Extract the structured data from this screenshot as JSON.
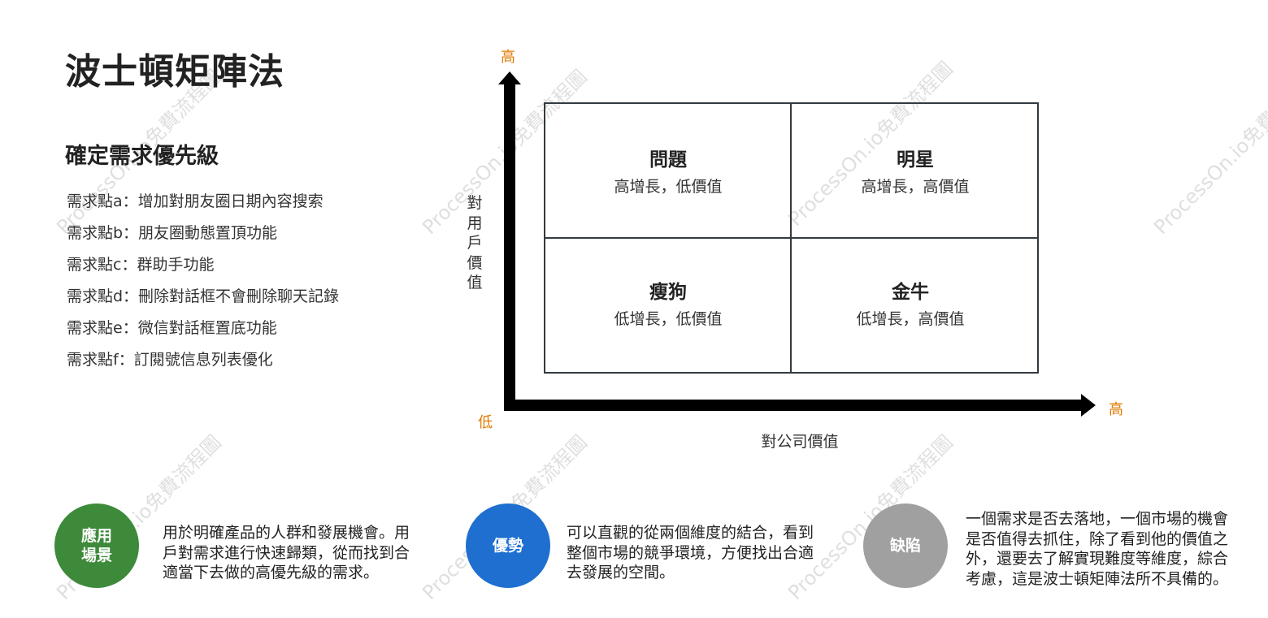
{
  "title": "波士頓矩陣法",
  "subtitle": "確定需求優先級",
  "requirements": [
    "需求點a：增加對朋友圈日期內容搜索",
    "需求點b：朋友圈動態置頂功能",
    "需求點c：群助手功能",
    "需求點d：刪除對話框不會刪除聊天記錄",
    "需求點e：微信對話框置底功能",
    "需求點f：訂閱號信息列表優化"
  ],
  "matrix": {
    "y_high": "高",
    "x_low": "低",
    "x_high": "高",
    "y_axis_label": [
      "對",
      "用",
      "戶",
      "價",
      "值"
    ],
    "x_axis_label": "對公司價值",
    "cells": {
      "question": {
        "title": "問題",
        "desc": "高增長，低價值"
      },
      "star": {
        "title": "明星",
        "desc": "高增長，高價值"
      },
      "dog": {
        "title": "瘦狗",
        "desc": "低增長，低價值"
      },
      "cow": {
        "title": "金牛",
        "desc": "低增長，高價值"
      }
    }
  },
  "bottom": [
    {
      "circle": [
        "應用",
        "場景"
      ],
      "color": "#3d8a3a",
      "desc": "用於明確產品的人群和發展機會。用戶對需求進行快速歸類，從而找到合適當下去做的高優先級的需求。"
    },
    {
      "circle": [
        "優勢"
      ],
      "color": "#1e6fd0",
      "desc": "可以直觀的從兩個維度的結合，看到整個市場的競爭環境，方便找出合適去發展的空間。"
    },
    {
      "circle": [
        "缺陷"
      ],
      "color": "#a0a0a0",
      "desc": "一個需求是否去落地，一個市場的機會是否值得去抓住，除了看到他的價值之外，還要去了解實現難度等維度，綜合考慮，這是波士頓矩陣法所不具備的。"
    }
  ],
  "watermark": "ProcessOn.io免費流程圖",
  "colors": {
    "axis_label": "#e07b00",
    "grid_line": "#333a40"
  }
}
